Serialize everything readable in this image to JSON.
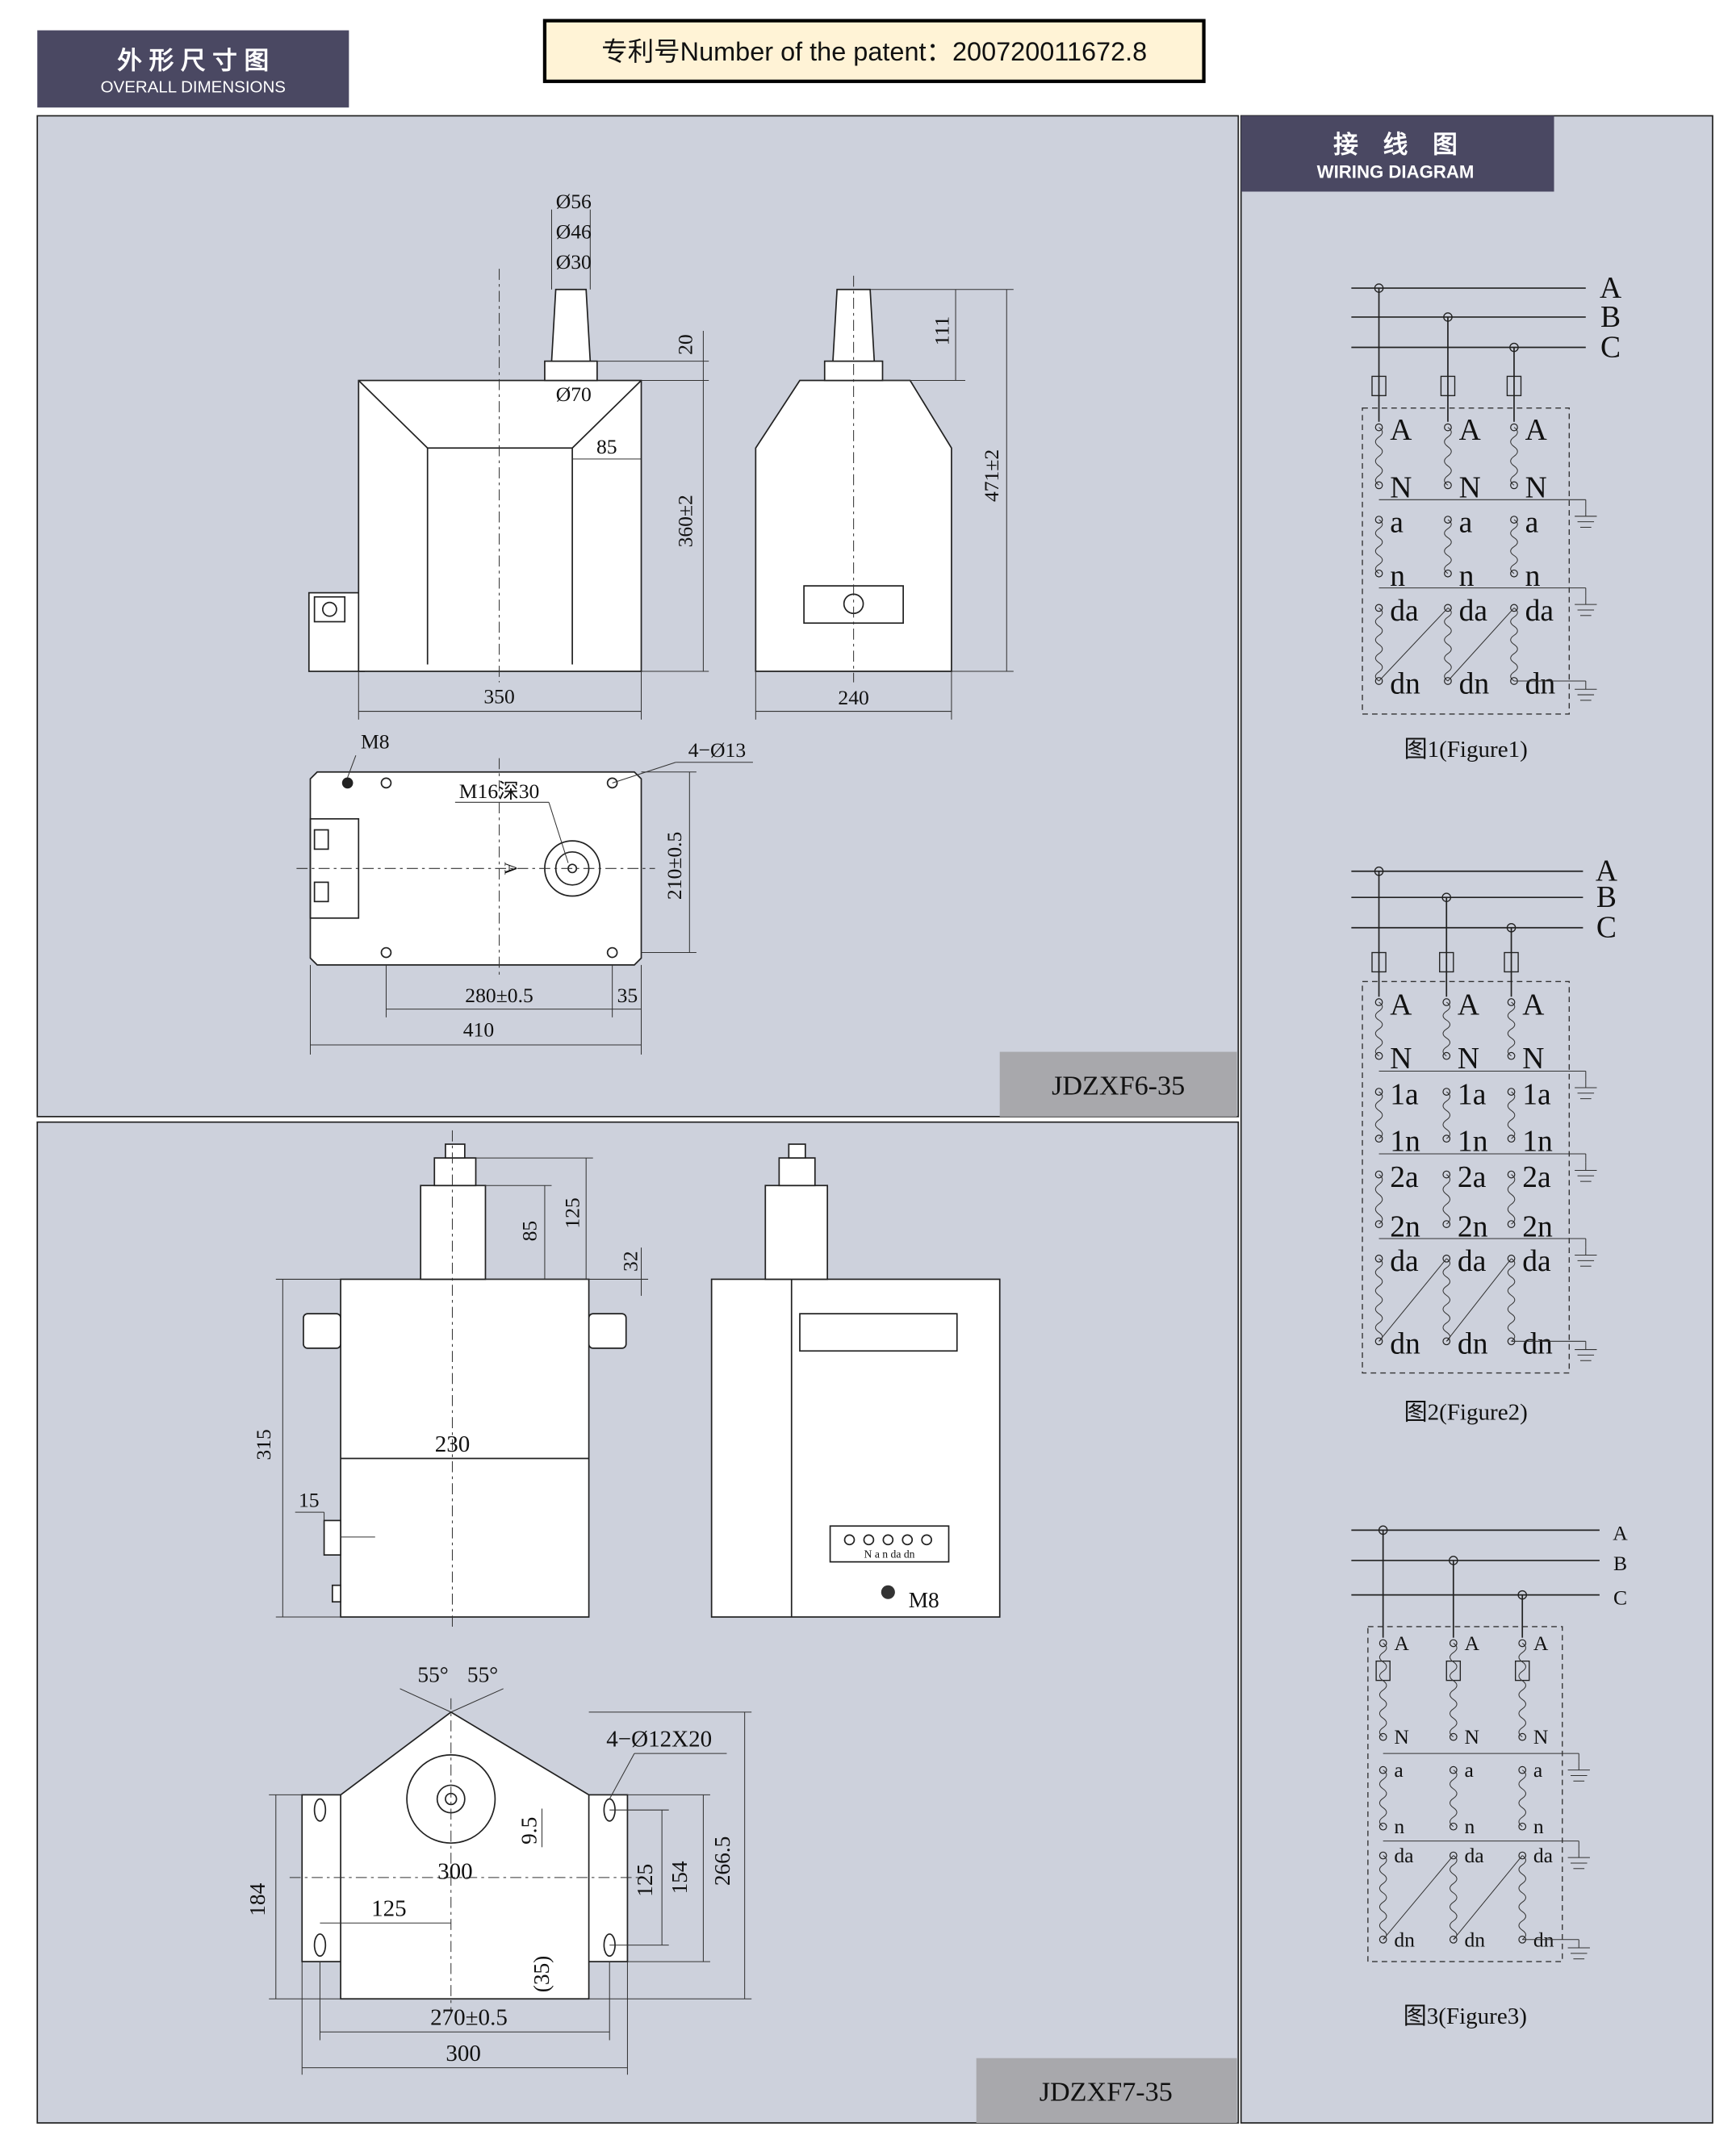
{
  "header": {
    "title_cn": "外 形 尺 寸 图",
    "title_en": "OVERALL DIMENSIONS"
  },
  "patent": {
    "label": "专利号Number of the patent：200720011672.8"
  },
  "wiring_header": {
    "title_cn": "接　线　图",
    "title_en": "WIRING DIAGRAM"
  },
  "colors": {
    "panel": "#cdd1dc",
    "header": "#4a4862",
    "patent_bg": "#fff3d6",
    "model_bg": "#a8a8ac"
  },
  "model1": {
    "name": "JDZXF6-35",
    "dims": {
      "d56": "Ø56",
      "d46": "Ø46",
      "d30": "Ø30",
      "d70": "Ø70",
      "h20": "20",
      "w85": "85",
      "h360": "360±2",
      "w350": "350",
      "h111": "111",
      "h471": "471±2",
      "w240": "240",
      "m8": "M8",
      "m16": "M16深30",
      "holes": "4−Ø13",
      "h210": "210±0.5",
      "w280": "280±0.5",
      "w35": "35",
      "w410": "410",
      "arrow": "A"
    }
  },
  "model2": {
    "name": "JDZXF7-35",
    "dims": {
      "h85": "85",
      "h125": "125",
      "h32": "32",
      "h315": "315",
      "w230": "230",
      "w15": "15",
      "m8": "M8",
      "terminals": "N a n da dn",
      "a1": "55°",
      "a2": "55°",
      "holes": "4−Ø12X20",
      "w300a": "300",
      "h9": "9.5",
      "w125": "125",
      "h154": "154",
      "h266": "266.5",
      "h184": "184",
      "w35": "(35)",
      "w270": "270±0.5",
      "w300": "300"
    }
  },
  "figures": [
    {
      "caption": "图1(Figure1)",
      "bus": [
        "A",
        "B",
        "C"
      ],
      "rows": [
        "A",
        "N",
        "a",
        "n",
        "da",
        "dn"
      ]
    },
    {
      "caption": "图2(Figure2)",
      "bus": [
        "A",
        "B",
        "C"
      ],
      "rows": [
        "A",
        "N",
        "1a",
        "1n",
        "2a",
        "2n",
        "da",
        "dn"
      ]
    },
    {
      "caption": "图3(Figure3)",
      "bus": [
        "A",
        "B",
        "C"
      ],
      "rows": [
        "A",
        "N",
        "a",
        "n",
        "da",
        "dn"
      ]
    }
  ]
}
